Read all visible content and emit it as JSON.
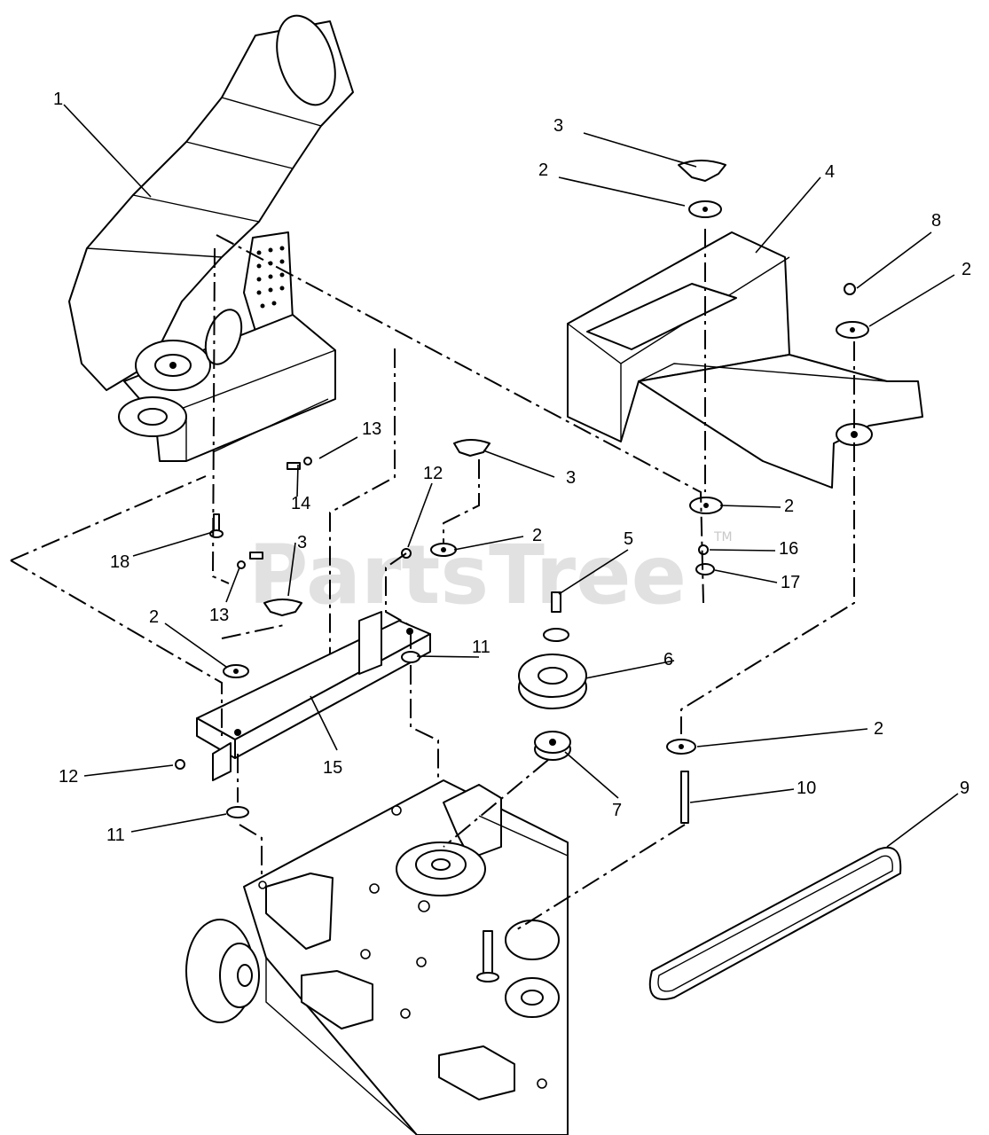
{
  "watermark": {
    "text": "PartsTree",
    "mark": "TM"
  },
  "callouts": [
    {
      "id": "1",
      "label": "1"
    },
    {
      "id": "3a",
      "label": "3"
    },
    {
      "id": "2a",
      "label": "2"
    },
    {
      "id": "4",
      "label": "4"
    },
    {
      "id": "8",
      "label": "8"
    },
    {
      "id": "2b",
      "label": "2"
    },
    {
      "id": "13a",
      "label": "13"
    },
    {
      "id": "12a",
      "label": "12"
    },
    {
      "id": "3b",
      "label": "3"
    },
    {
      "id": "14",
      "label": "14"
    },
    {
      "id": "2c",
      "label": "2"
    },
    {
      "id": "18",
      "label": "18"
    },
    {
      "id": "3c",
      "label": "3"
    },
    {
      "id": "2d",
      "label": "2"
    },
    {
      "id": "5",
      "label": "5"
    },
    {
      "id": "16",
      "label": "16"
    },
    {
      "id": "17",
      "label": "17"
    },
    {
      "id": "13b",
      "label": "13"
    },
    {
      "id": "2e",
      "label": "2"
    },
    {
      "id": "11a",
      "label": "11"
    },
    {
      "id": "6",
      "label": "6"
    },
    {
      "id": "2f",
      "label": "2"
    },
    {
      "id": "15",
      "label": "15"
    },
    {
      "id": "12b",
      "label": "12"
    },
    {
      "id": "10",
      "label": "10"
    },
    {
      "id": "7",
      "label": "7"
    },
    {
      "id": "9",
      "label": "9"
    },
    {
      "id": "11b",
      "label": "11"
    }
  ]
}
